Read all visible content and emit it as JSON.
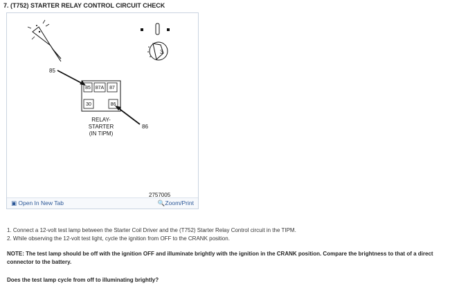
{
  "page": {
    "title": "7. (T752) STARTER RELAY CONTROL CIRCUIT CHECK"
  },
  "figure": {
    "label_85": "85",
    "label_86": "86",
    "relay_pins": [
      "85",
      "87A",
      "87",
      "30",
      "86"
    ],
    "relay_caption_1": "RELAY-",
    "relay_caption_2": "STARTER",
    "relay_caption_3": "(IN TIPM)",
    "ignition_position": "3",
    "figure_number": "2757005",
    "open_new_tab": "Open In New Tab",
    "zoom_print": "Zoom/Print"
  },
  "instructions": {
    "step_1": "1. Connect a 12-volt test lamp between the Starter Coil Driver and the (T752) Starter Relay Control circuit in the TIPM.",
    "step_2": "2. While observing the 12-volt test light, cycle the ignition from OFF to the CRANK position.",
    "note_label": "NOTE:",
    "note_text": " The test lamp should be off with the ignition OFF and illuminate brightly with the ignition in the CRANK position. Compare the brightness to that of a direct connector to the battery.",
    "question": "Does the test lamp cycle from off to illuminating brightly?"
  },
  "colors": {
    "link": "#2b5797",
    "border": "#c9d3e0"
  }
}
